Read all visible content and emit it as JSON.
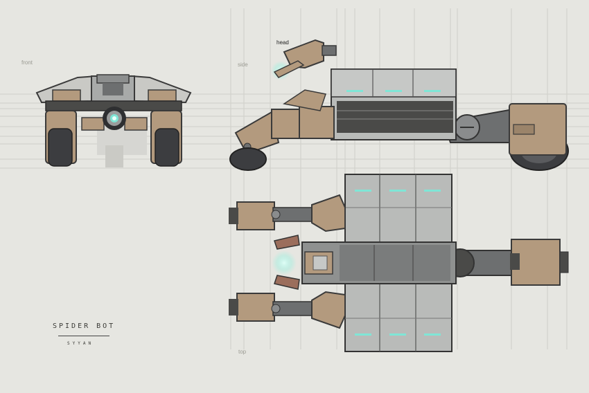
{
  "view_labels": {
    "front": "front",
    "side": "side",
    "head": "head",
    "top": "top"
  },
  "signature": {
    "title": "SPIDER BOT",
    "author": "SYYAN"
  },
  "colors": {
    "paper": "#e6e6e1",
    "armor_tan": "#b39a7e",
    "panel_grey": "#b9bbb9",
    "frame_dark": "#4a4a48",
    "wheel_dark": "#3c3d40",
    "glow_cyan": "#7fe6d6"
  }
}
